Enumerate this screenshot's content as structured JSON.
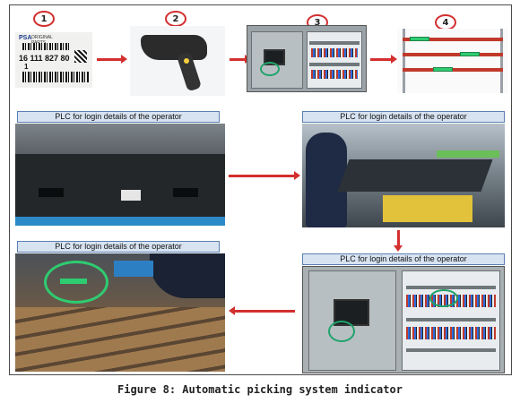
{
  "steps": [
    "1",
    "2",
    "3",
    "4"
  ],
  "part_label": {
    "brand": "PSA",
    "badge": "ORIGINAL PARTS",
    "number": "16 111 827 80",
    "qty": "1"
  },
  "photo_label": "PLC for login details of the operator",
  "caption": "Figure 8: Automatic picking system indicator",
  "colors": {
    "arrow": "#d32f2f",
    "label_bg": "#d7e3f1",
    "highlight": "#2ecc71"
  }
}
